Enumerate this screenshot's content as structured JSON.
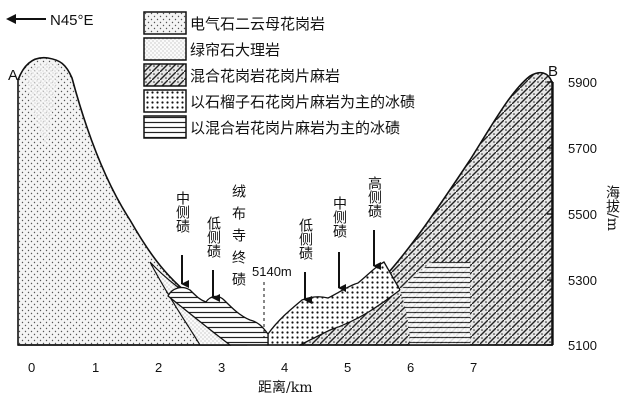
{
  "direction": "N45°E",
  "end_labels": {
    "left": "A",
    "right": "B"
  },
  "legend": [
    {
      "key": "granite",
      "label": "电气石二云母花岗岩"
    },
    {
      "key": "marble",
      "label": "绿帘石大理岩"
    },
    {
      "key": "migmatite",
      "label": "混合花岗岩花岗片麻岩"
    },
    {
      "key": "moraine_garnet",
      "label": "以石榴子石花岗片麻岩为主的冰碛"
    },
    {
      "key": "moraine_mixed",
      "label": "以混合岩花岗片麻岩为主的冰碛"
    }
  ],
  "moraine_labels": {
    "left_mid": "中侧碛",
    "left_low": "低侧碛",
    "terminal": "绒布寺终碛",
    "right_low": "低侧碛",
    "right_mid": "中侧碛",
    "right_high": "高侧碛"
  },
  "elevation_mark": "5140m",
  "y_axis": {
    "label": "海拔/m",
    "ticks": [
      "5900",
      "5700",
      "5500",
      "5300",
      "5100"
    ]
  },
  "x_axis": {
    "label": "距离/km",
    "ticks": [
      "0",
      "1",
      "2",
      "3",
      "4",
      "5",
      "6",
      "7"
    ]
  }
}
